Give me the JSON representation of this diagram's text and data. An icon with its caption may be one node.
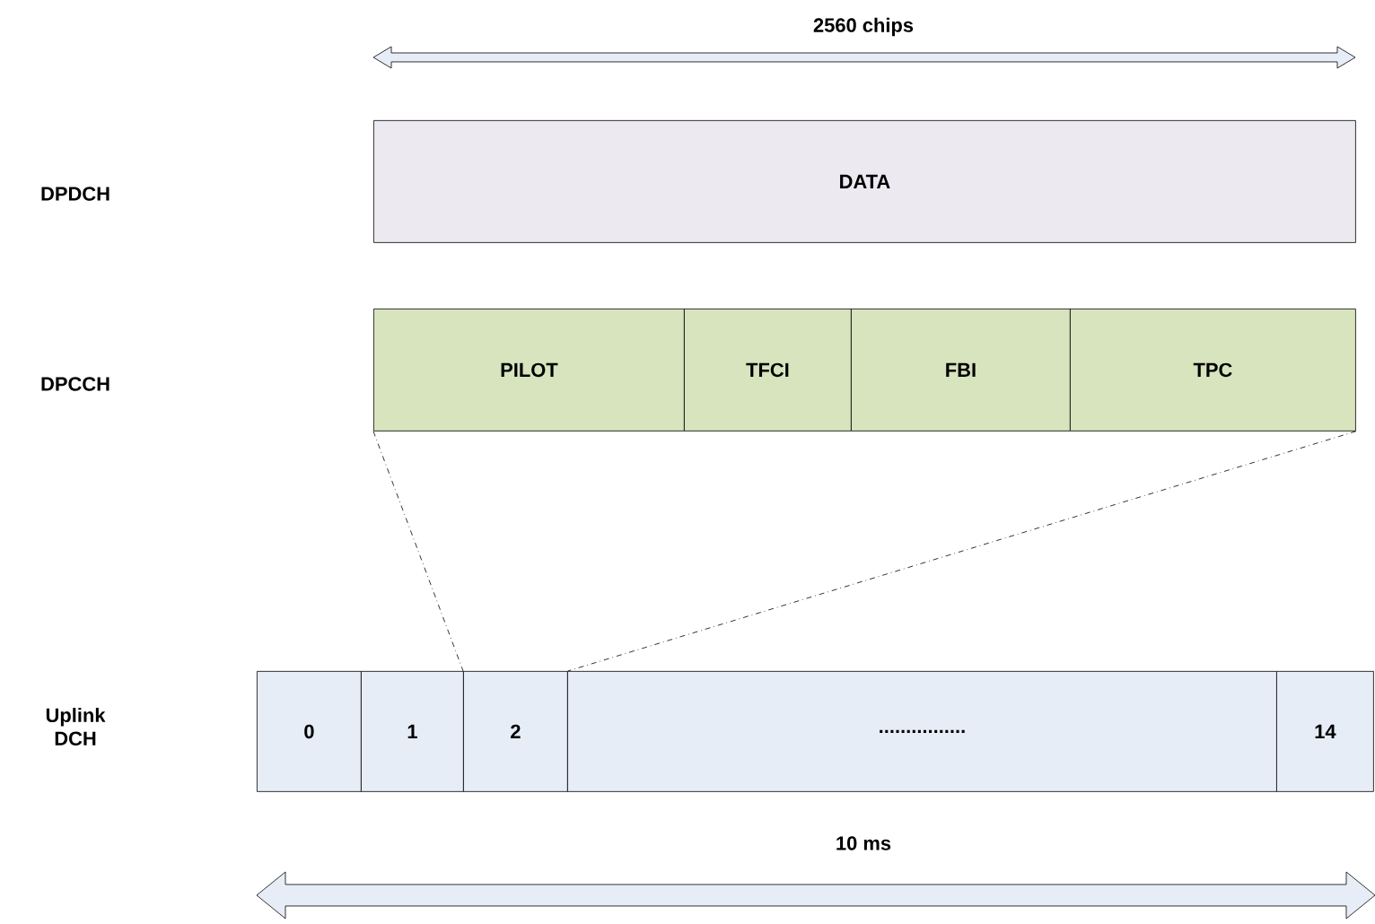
{
  "diagram": {
    "nodes": [
      {
        "text": [
          "DATA"
        ]
      },
      {
        "text": [
          "PILOT"
        ]
      },
      {
        "text": [
          "TFCI"
        ]
      },
      {
        "text": [
          "FBI"
        ]
      },
      {
        "text": [
          "TPC"
        ]
      },
      {
        "text": [
          "0"
        ]
      },
      {
        "text": [
          "1"
        ]
      },
      {
        "text": [
          "2"
        ]
      },
      {
        "text": [
          "................"
        ]
      },
      {
        "text": [
          "14"
        ]
      }
    ],
    "edges": [
      {
        "from": 1,
        "to": 7,
        "arrow": "none",
        "style": "dashed"
      },
      {
        "from": 4,
        "to": 7,
        "arrow": "none",
        "style": "dashed"
      }
    ],
    "labels": [
      "2560 chips",
      "DPDCH",
      "DPCCH",
      "Uplink DCH",
      "10 ms"
    ]
  }
}
